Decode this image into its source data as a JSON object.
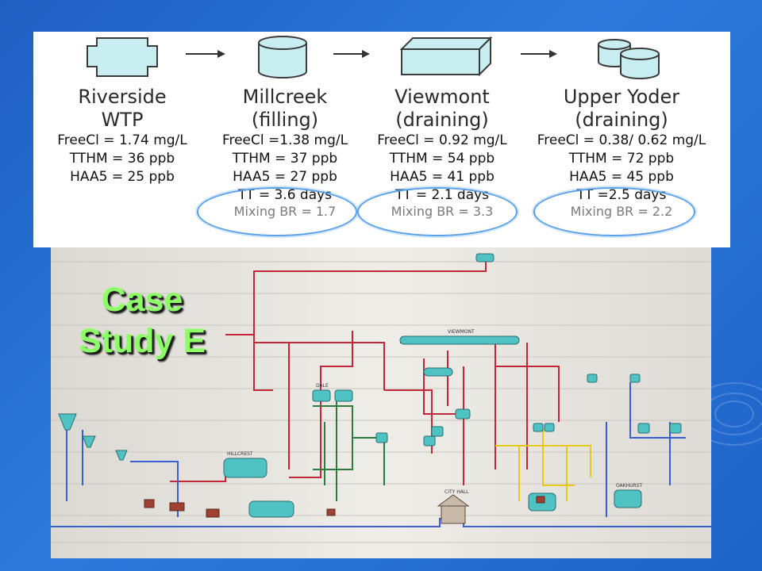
{
  "stages": [
    {
      "name": "Riverside",
      "sub": "WTP",
      "free_cl": "FreeCl = 1.74 mg/L",
      "tthm": "TTHM = 36 ppb",
      "haa5": "HAA5 = 25 ppb",
      "tt": "",
      "mixing": ""
    },
    {
      "name": "Millcreek",
      "sub": "(filling)",
      "free_cl": "FreeCl =1.38 mg/L",
      "tthm": "TTHM = 37 ppb",
      "haa5": "HAA5 = 27 ppb",
      "tt": "TT = 3.6 days",
      "mixing": "Mixing BR = 1.7"
    },
    {
      "name": "Viewmont",
      "sub": "(draining)",
      "free_cl": "FreeCl = 0.92 mg/L",
      "tthm": "TTHM = 54 ppb",
      "haa5": "HAA5 = 41 ppb",
      "tt": "TT = 2.1 days",
      "mixing": "Mixing BR = 3.3"
    },
    {
      "name": "Upper Yoder",
      "sub": "(draining)",
      "free_cl": "FreeCl = 0.38/ 0.62 mg/L",
      "tthm": "TTHM = 72 ppb",
      "haa5": "HAA5 = 45 ppb",
      "tt": "TT =2.5 days",
      "mixing": "Mixing BR = 2.2"
    }
  ],
  "title_line1": "Case",
  "title_line2": "Study E",
  "wall_labels": {
    "viewmont": "VIEWMONT",
    "hillcrest": "HILLCREST",
    "city_hall": "CITY HALL",
    "dale": "DALE",
    "oakhurst": "OAKHURST"
  },
  "colors": {
    "background": "#2468cf",
    "title_text": "#8dff66",
    "highlight_ellipse": "#5aa0e6",
    "pipe_red": "#c0283a",
    "pipe_blue": "#3a5fd0",
    "pipe_green": "#2f7a3e",
    "pipe_yellow": "#e8c81a",
    "tank": "#4fc2c4"
  }
}
